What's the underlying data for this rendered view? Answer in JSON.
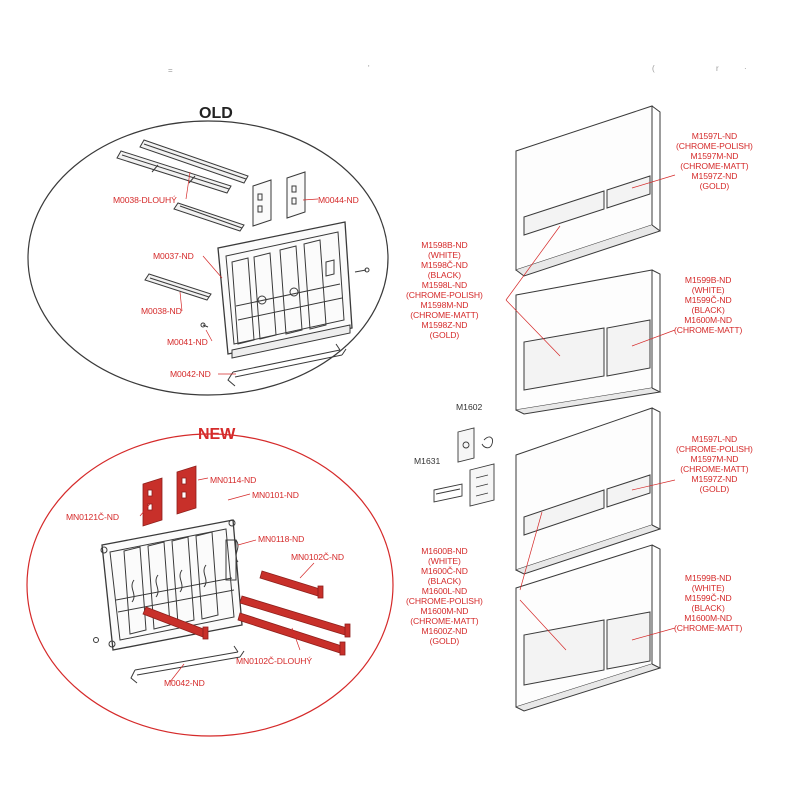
{
  "colors": {
    "accent": "#d52a2a",
    "line": "#3a3a3a",
    "part_red": "#c8302a"
  },
  "stray_marks": [
    "=",
    "'",
    "(",
    "r",
    "·"
  ],
  "sections": {
    "old": {
      "title": "OLD",
      "labels": {
        "m0038_long": "M0038-DLOUHÝ",
        "m0044": "M0044-ND",
        "m0037": "M0037-ND",
        "m0038": "M0038-ND",
        "m0041": "M0041-ND",
        "m0042": "M0042-ND"
      }
    },
    "new": {
      "title": "NEW",
      "labels": {
        "mn0114": "MN0114-ND",
        "mn0101": "MN0101-ND",
        "mn0121": "MN0121Č-ND",
        "mn0118": "MN0118-ND",
        "mn0102": "MN0102Č-ND",
        "mn0102_long": "MN0102Č-DLOUHÝ",
        "m0042": "M0042-ND"
      }
    }
  },
  "small_parts": {
    "m1602": "M1602",
    "m1631": "M1631"
  },
  "plate_labels": {
    "p1_right": [
      "M1597L-ND",
      "(CHROME-POLISH)",
      "M1597M-ND",
      "(CHROME-MATT)",
      "M1597Z-ND",
      "(GOLD)"
    ],
    "p12_left": [
      "M1598B-ND",
      "(WHITE)",
      "M1598Č-ND",
      "(BLACK)",
      "M1598L-ND",
      "(CHROME-POLISH)",
      "M1598M-ND",
      "(CHROME-MATT)",
      "M1598Z-ND",
      "(GOLD)"
    ],
    "p2_right": [
      "M1599B-ND",
      "(WHITE)",
      "M1599Č-ND",
      "(BLACK)",
      "M1600M-ND",
      "(CHROME-MATT)"
    ],
    "p3_right": [
      "M1597L-ND",
      "(CHROME-POLISH)",
      "M1597M-ND",
      "(CHROME-MATT)",
      "M1597Z-ND",
      "(GOLD)"
    ],
    "p34_left": [
      "M1600B-ND",
      "(WHITE)",
      "M1600Č-ND",
      "(BLACK)",
      "M1600L-ND",
      "(CHROME-POLISH)",
      "M1600M-ND",
      "(CHROME-MATT)",
      "M1600Z-ND",
      "(GOLD)"
    ],
    "p4_right": [
      "M1599B-ND",
      "(WHITE)",
      "M1599Č-ND",
      "(BLACK)",
      "M1600M-ND",
      "(CHROME-MATT)"
    ]
  }
}
